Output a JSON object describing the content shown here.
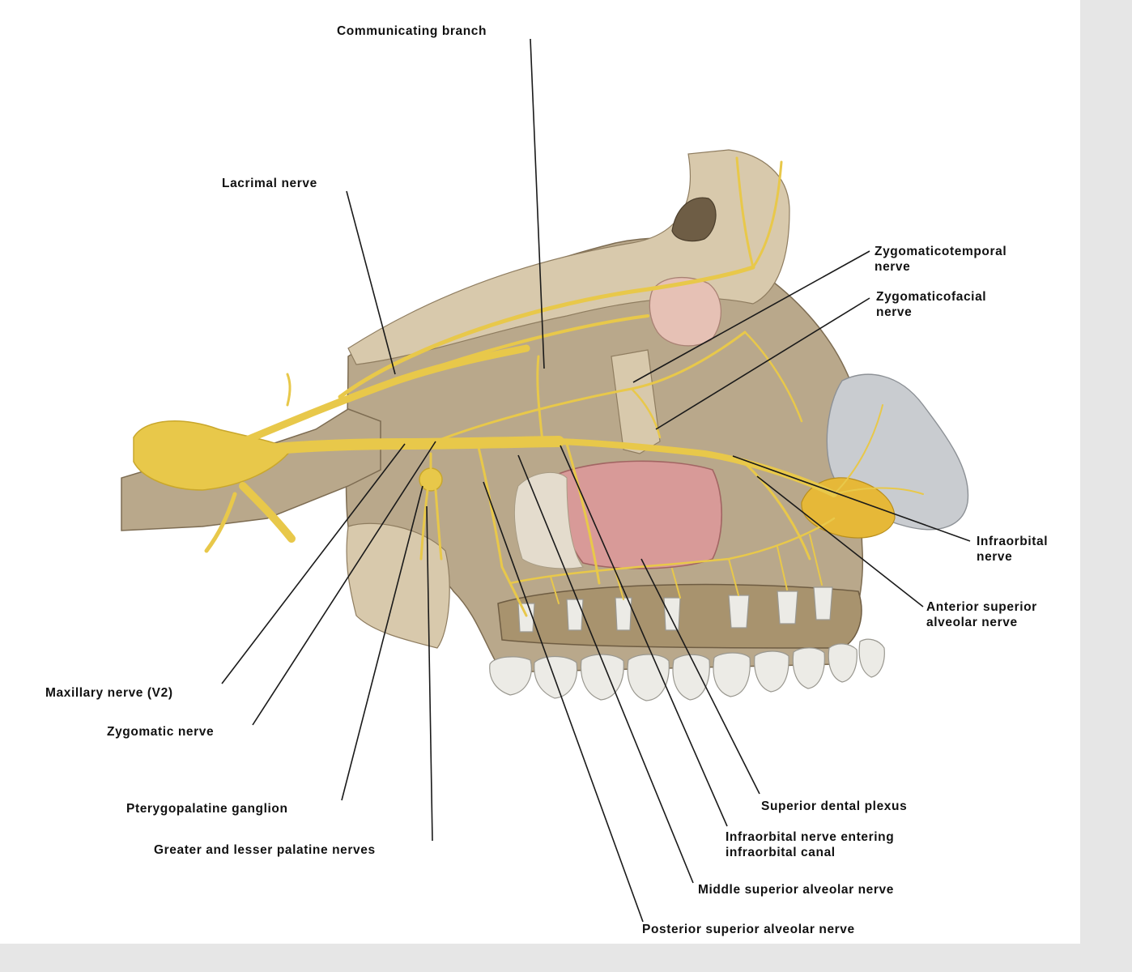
{
  "labels": {
    "communicating_branch": "Communicating branch",
    "lacrimal_nerve": "Lacrimal nerve",
    "zygomaticotemporal_1": "Zygomaticotemporal",
    "zygomaticotemporal_2": "nerve",
    "zygomaticofacial_1": "Zygomaticofacial",
    "zygomaticofacial_2": "nerve",
    "infraorbital_1": "Infraorbital",
    "infraorbital_2": "nerve",
    "anterior_superior_1": "Anterior superior",
    "anterior_superior_2": "alveolar nerve",
    "maxillary_nerve": "Maxillary nerve (V2)",
    "zygomatic_nerve": "Zygomatic nerve",
    "pterygopalatine_ganglion": "Pterygopalatine ganglion",
    "palatine_nerves": "Greater and lesser palatine nerves",
    "superior_dental_plexus": "Superior dental plexus",
    "infraorbital_entering_1": "Infraorbital nerve entering",
    "infraorbital_entering_2": "infraorbital canal",
    "middle_superior_alveolar": "Middle superior alveolar nerve",
    "posterior_superior_alveolar": "Posterior superior alveolar nerve"
  },
  "colors": {
    "nerve": "#e8c84a",
    "bone": "#b9a88b",
    "sinus": "#d89a98",
    "nose_cartilage": "#c9ccd0",
    "teeth": "#ecebe6"
  }
}
